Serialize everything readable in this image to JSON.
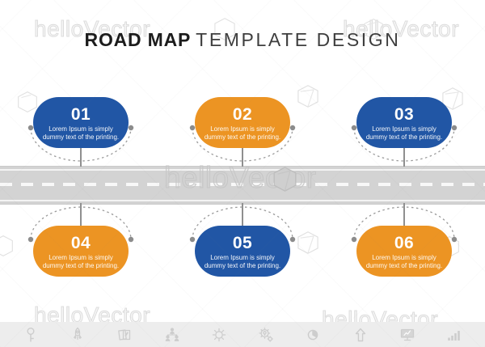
{
  "title": {
    "primary": "ROAD MAP",
    "secondary": "TEMPLATE DESIGN"
  },
  "watermark": {
    "brand": "helloVector"
  },
  "colors": {
    "blue": "#2156a5",
    "orange": "#ec9423",
    "road": "#d3d3d3",
    "road_dash": "#f8f8f8",
    "connector": "#8f8f8f",
    "dot": "#8c8c8c",
    "footer_bg": "#ededed",
    "footer_icon": "#cdcdcd",
    "title_text": "#1c1c1c"
  },
  "milestones": [
    {
      "number": "01",
      "row": "top",
      "color": "#2156a5",
      "desc_line1": "Lorem Ipsum is simply",
      "desc_line2": "dummy text of the printing."
    },
    {
      "number": "02",
      "row": "top",
      "color": "#ec9423",
      "desc_line1": "Lorem Ipsum is simply",
      "desc_line2": "dummy text of the printing."
    },
    {
      "number": "03",
      "row": "top",
      "color": "#2156a5",
      "desc_line1": "Lorem Ipsum is simply",
      "desc_line2": "dummy text of the printing."
    },
    {
      "number": "04",
      "row": "bottom",
      "color": "#ec9423",
      "desc_line1": "Lorem Ipsum is simply",
      "desc_line2": "dummy text of the printing."
    },
    {
      "number": "05",
      "row": "bottom",
      "color": "#2156a5",
      "desc_line1": "Lorem Ipsum is simply",
      "desc_line2": "dummy text of the printing."
    },
    {
      "number": "06",
      "row": "bottom",
      "color": "#ec9423",
      "desc_line1": "Lorem Ipsum is simply",
      "desc_line2": "dummy text of the printing."
    }
  ],
  "footer": {
    "icon_names": [
      "key-icon",
      "rocket-icon",
      "notes-icon",
      "hierarchy-icon",
      "sun-icon",
      "gear-idea-icon",
      "pie-chart-icon",
      "arrow-up-icon",
      "monitor-icon",
      "bar-chart-icon"
    ]
  }
}
